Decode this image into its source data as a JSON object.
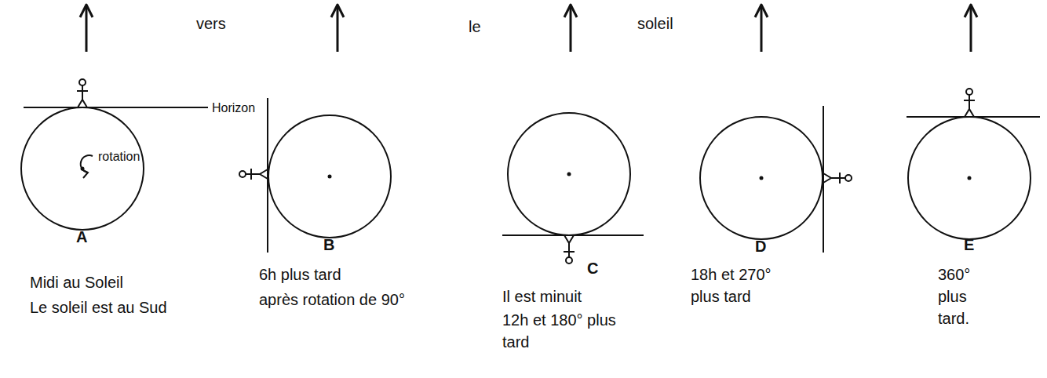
{
  "diagram": {
    "labels": [
      "vers",
      "le",
      "soleil",
      "Horizon",
      "rotation",
      "A",
      "B",
      "C",
      "D",
      "E",
      "Midi au Soleil",
      "Le soleil est au Sud",
      "6h plus tard",
      "après rotation de 90°",
      "Il est minuit",
      "12h et 180° plus tard",
      "18h et 270° plus tard",
      "360° plus tard."
    ]
  }
}
